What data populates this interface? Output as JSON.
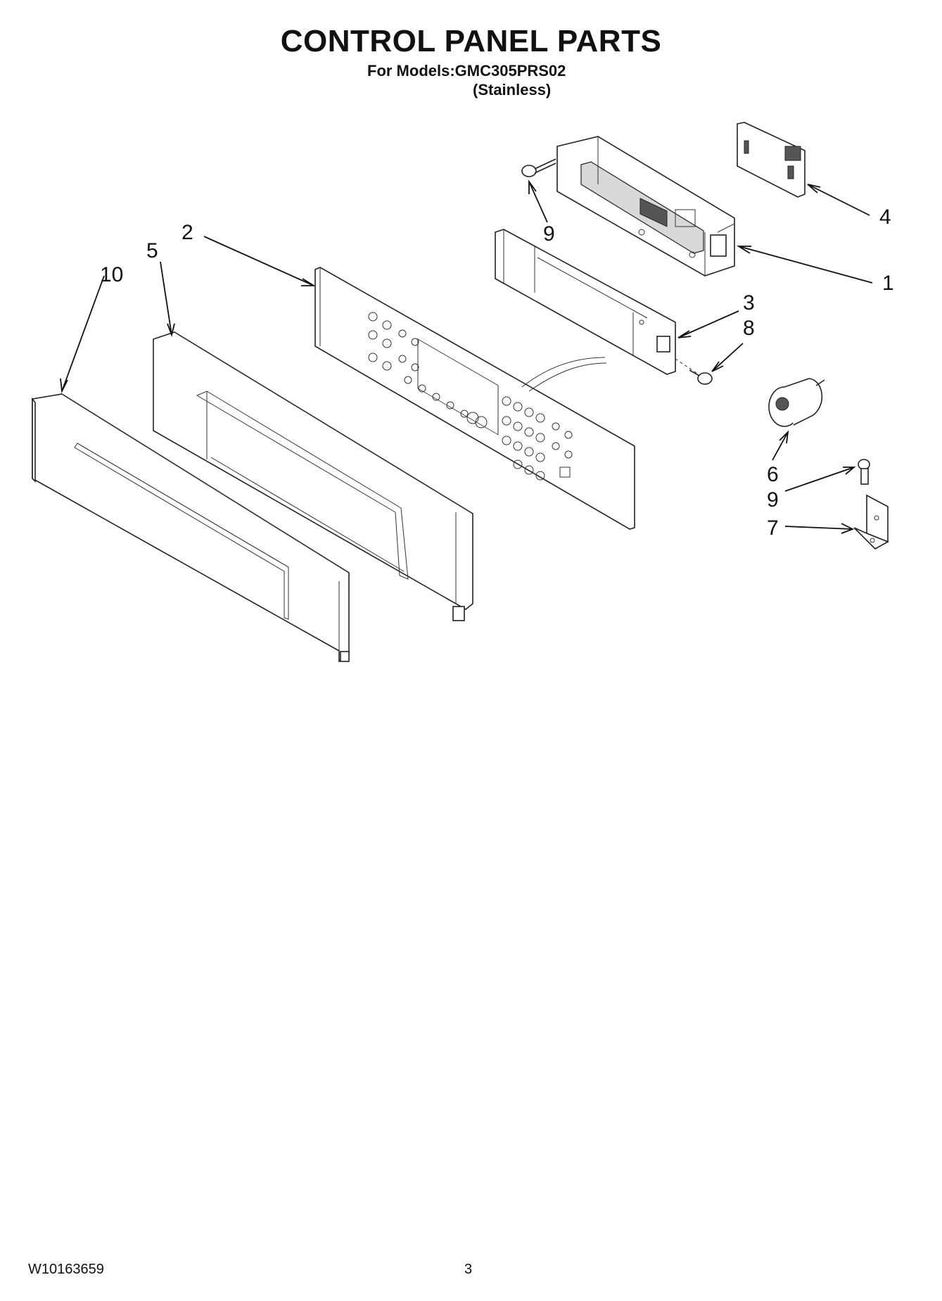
{
  "header": {
    "title": "CONTROL PANEL PARTS",
    "models": "For Models:GMC305PRS02",
    "finish": "(Stainless)"
  },
  "callouts": [
    {
      "id": "c1",
      "label": "1"
    },
    {
      "id": "c2",
      "label": "2"
    },
    {
      "id": "c3",
      "label": "3"
    },
    {
      "id": "c4",
      "label": "4"
    },
    {
      "id": "c5",
      "label": "5"
    },
    {
      "id": "c6",
      "label": "6"
    },
    {
      "id": "c7",
      "label": "7"
    },
    {
      "id": "c8",
      "label": "8"
    },
    {
      "id": "c9a",
      "label": "9"
    },
    {
      "id": "c9b",
      "label": "9"
    },
    {
      "id": "c10",
      "label": "10"
    }
  ],
  "footer": {
    "document_number": "W10163659",
    "page_number": "3"
  }
}
